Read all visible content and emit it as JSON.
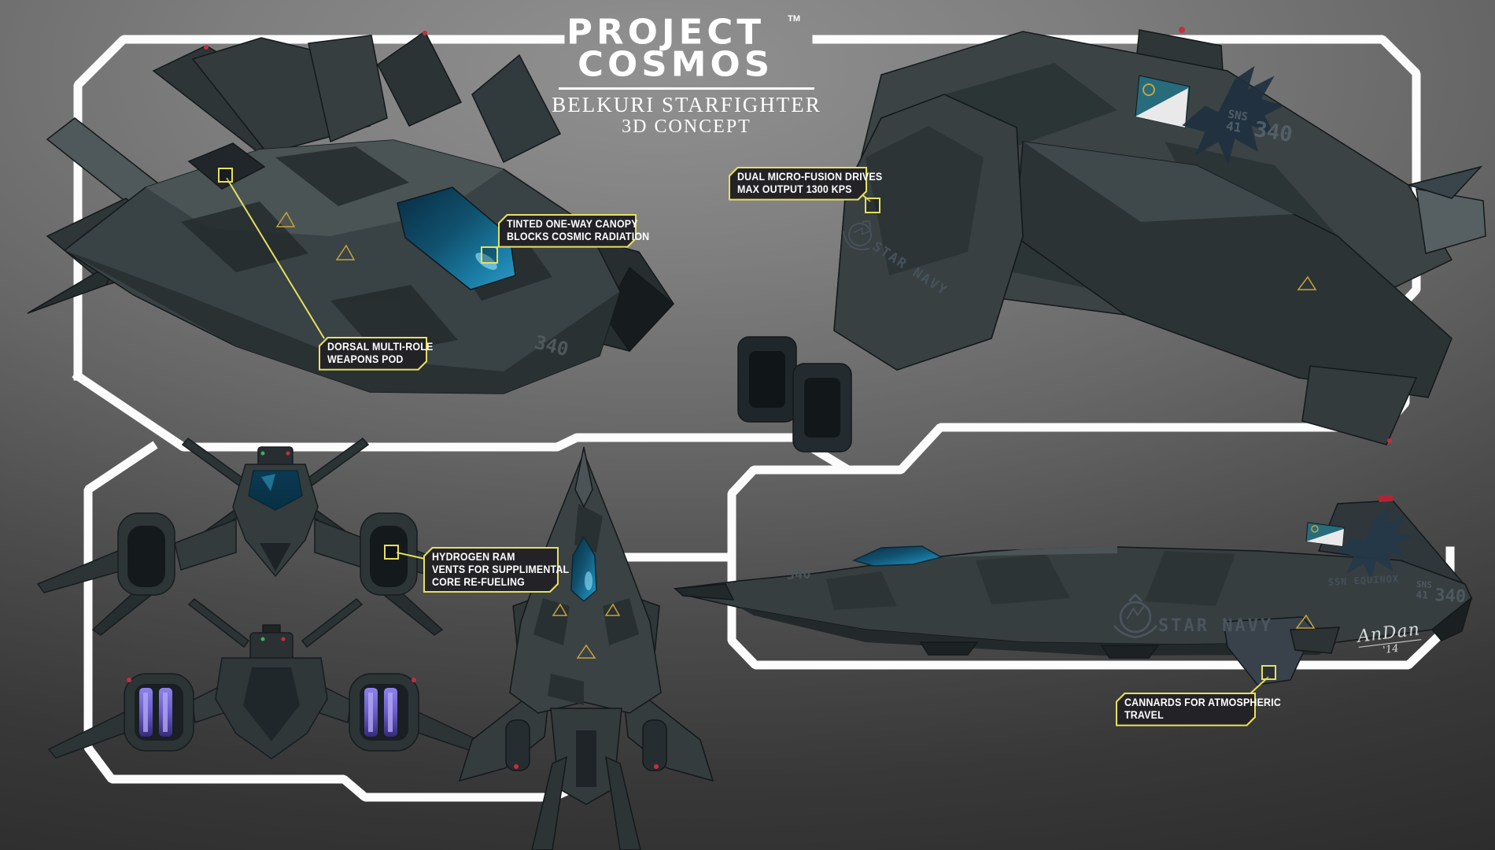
{
  "logo": {
    "title_line1": "PROJECT",
    "title_line2": "COSMOS",
    "trademark": "TM",
    "subtitle": "BELKURI STARFIGHTER",
    "tagline": "3D CONCEPT"
  },
  "callouts": [
    {
      "id": "canopy",
      "lines": [
        "TINTED ONE-WAY CANOPY",
        "BLOCKS COSMIC RADIATION"
      ]
    },
    {
      "id": "drives",
      "lines": [
        "DUAL MICRO-FUSION DRIVES",
        "MAX OUTPUT 1300 KPS"
      ]
    },
    {
      "id": "weapons",
      "lines": [
        "DORSAL MULTI-ROLE",
        "WEAPONS POD"
      ]
    },
    {
      "id": "vents",
      "lines": [
        "HYDROGEN RAM",
        "VENTS FOR SUPPLIMENTAL",
        "CORE RE-FUELING"
      ]
    },
    {
      "id": "canards",
      "lines": [
        "CANNARDS FOR ATMOSPHERIC",
        "TRAVEL"
      ]
    }
  ],
  "markings": {
    "hull_number": "340",
    "navy_title": "STAR NAVY",
    "squadron_prefix": "SNS",
    "squadron_number": "41",
    "ship_name": "SSN EQUINOX",
    "signature_name": "AnDan",
    "signature_year": "'14"
  },
  "colors": {
    "accent_yellow": "#e7df5f",
    "frame_white": "#fcfcfc",
    "canopy_teal": "#1b7fa8",
    "engine_purple": "#7b6ee0",
    "hull_mid": "#3a4244",
    "hull_dark": "#2b3234"
  }
}
